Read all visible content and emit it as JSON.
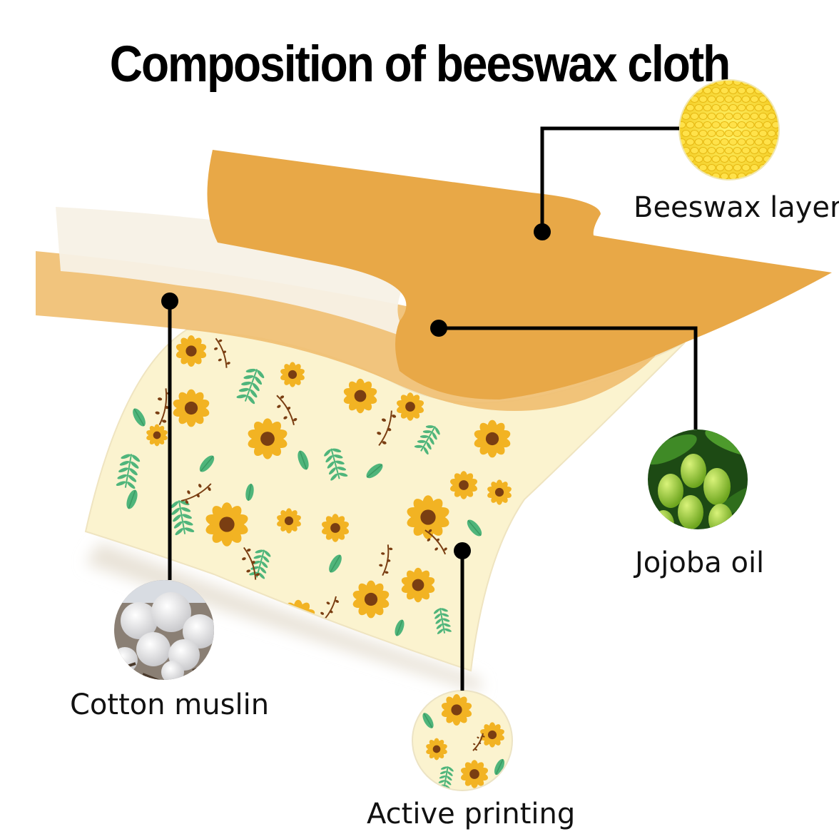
{
  "title": "Composition of beeswax cloth",
  "labels": {
    "beeswax": "Beeswax layer",
    "jojoba": "Jojoba oil",
    "cotton": "Cotton muslin",
    "printing": "Active printing"
  },
  "colors": {
    "beeswax_layer": "#E8A847",
    "cotton_layer": "#F0BF72",
    "white_layer": "#F7F1E6",
    "fabric_background": "#FBF3CF",
    "sunflower": "#F2B323",
    "flower_center": "#7A3E12",
    "leaf": "#4FB57B",
    "leader_line": "#000000"
  }
}
